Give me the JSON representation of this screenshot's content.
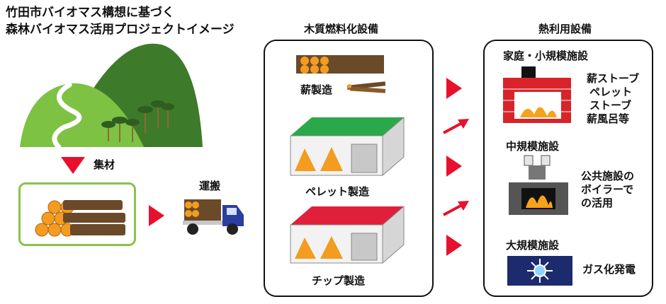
{
  "title": {
    "line1": "竹田市バイオマス構想に基づく",
    "line2": "森林バイオマス活用プロジェクトイメージ"
  },
  "stages": {
    "collect": "集材",
    "transport": "運搬"
  },
  "wood_fuel": {
    "header": "木質燃料化設備",
    "firewood": "薪製造",
    "pellet": "ペレット製造",
    "chip": "チップ製造"
  },
  "heat_use": {
    "header": "熱利用設備",
    "small": {
      "title": "家庭・小規模施設",
      "items": [
        "薪ストーブ",
        "ペレット",
        "ストーブ",
        "薪風呂等"
      ]
    },
    "medium": {
      "title": "中規模施設",
      "items": [
        "公共施設の",
        "ボイラーで",
        "の活用"
      ]
    },
    "large": {
      "title": "大規模施設",
      "items": [
        "ガス化発電"
      ]
    }
  },
  "colors": {
    "arrow_red": "#e8112d",
    "mountain_dark": "#3d7a2a",
    "mountain_light": "#7dc243",
    "log_border": "#8bc34a",
    "log_orange": "#f39c1f",
    "truck_blue": "#2a3e9e",
    "pellet_roof": "#2aa84a",
    "chip_roof": "#e0203a",
    "generator_blue": "#1c2a6e"
  }
}
